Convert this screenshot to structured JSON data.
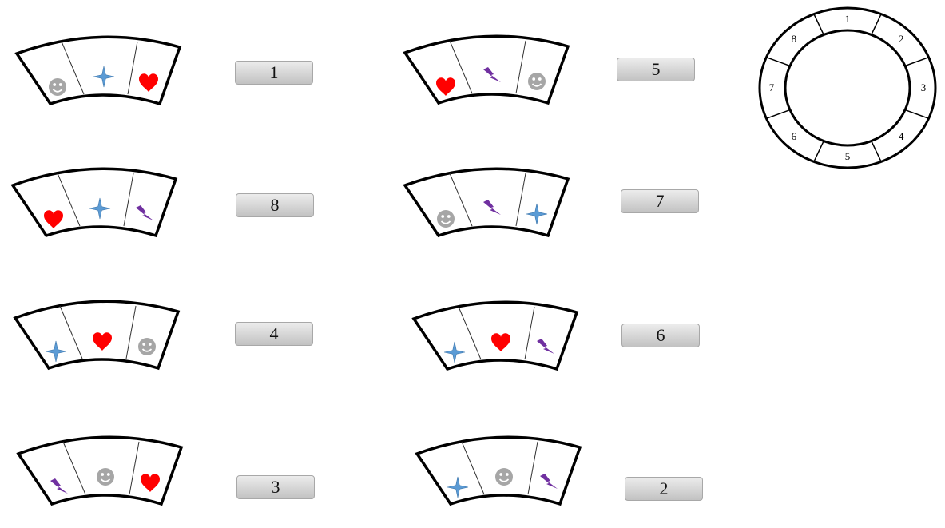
{
  "pieces": [
    {
      "icons": [
        "smiley-icon",
        "sparkle-icon",
        "heart-icon"
      ],
      "number": "1"
    },
    {
      "icons": [
        "heart-icon",
        "lightning-icon",
        "smiley-icon"
      ],
      "number": "5"
    },
    {
      "icons": [
        "heart-icon",
        "sparkle-icon",
        "lightning-icon"
      ],
      "number": "8"
    },
    {
      "icons": [
        "smiley-icon",
        "lightning-icon",
        "sparkle-icon"
      ],
      "number": "7"
    },
    {
      "icons": [
        "sparkle-icon",
        "heart-icon",
        "smiley-icon"
      ],
      "number": "4"
    },
    {
      "icons": [
        "sparkle-icon",
        "heart-icon",
        "lightning-icon"
      ],
      "number": "6"
    },
    {
      "icons": [
        "lightning-icon",
        "smiley-icon",
        "heart-icon"
      ],
      "number": "3"
    },
    {
      "icons": [
        "sparkle-icon",
        "smiley-icon",
        "lightning-icon"
      ],
      "number": "2"
    }
  ],
  "ring": {
    "labels": [
      "1",
      "2",
      "3",
      "4",
      "5",
      "6",
      "7",
      "8"
    ]
  },
  "colors": {
    "heart": "#ff0000",
    "sparkle": "#5b9bd5",
    "lightning": "#7030a0",
    "smiley": "#a6a6a6",
    "button_top": "#ececec",
    "button_bottom": "#c2c2c2"
  }
}
